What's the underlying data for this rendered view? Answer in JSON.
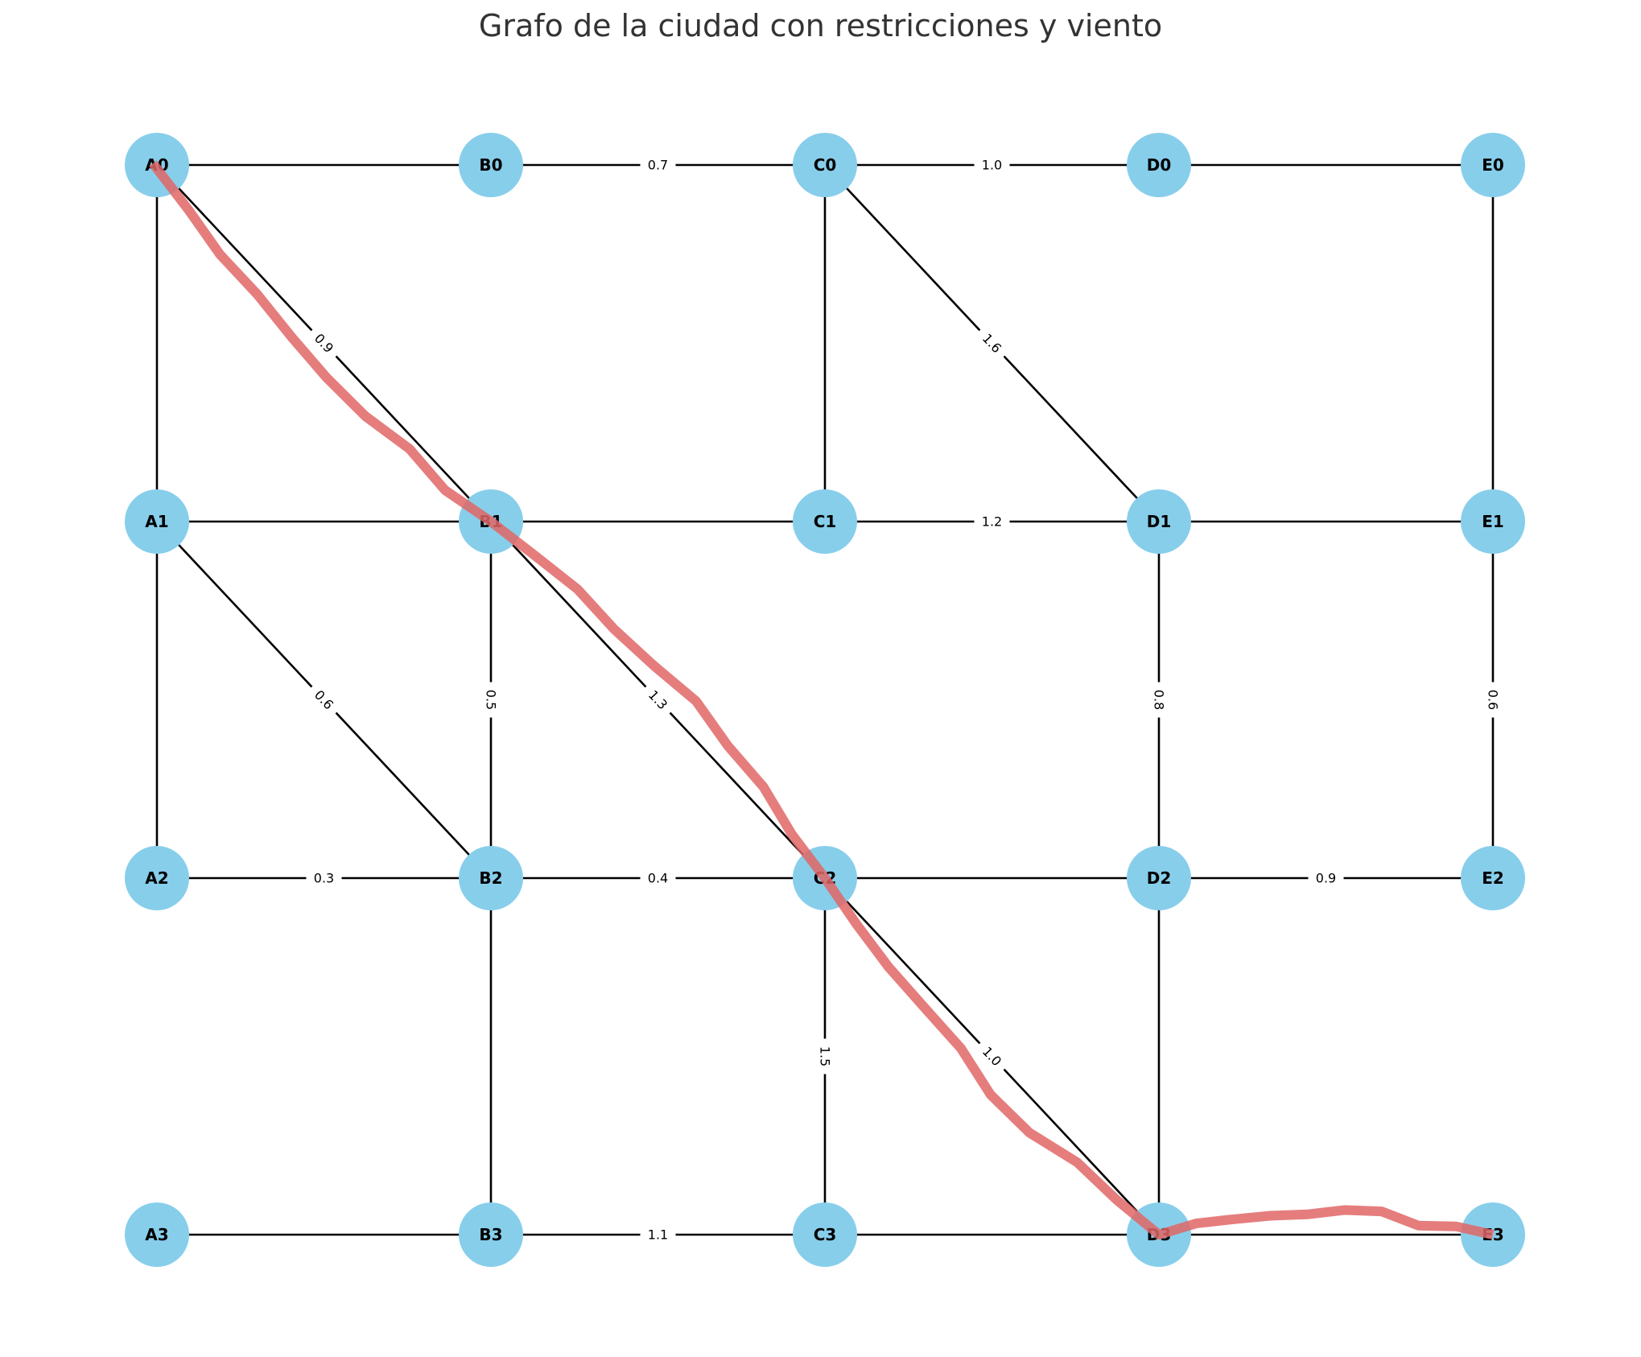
{
  "title": "Grafo de la ciudad con restricciones y viento",
  "colors": {
    "node": "#87ceeb",
    "edge": "#000000",
    "route": "#e06666",
    "title": "#333333"
  },
  "nodes": [
    {
      "id": "A0",
      "col": 0,
      "row": 0
    },
    {
      "id": "B0",
      "col": 1,
      "row": 0
    },
    {
      "id": "C0",
      "col": 2,
      "row": 0
    },
    {
      "id": "D0",
      "col": 3,
      "row": 0
    },
    {
      "id": "E0",
      "col": 4,
      "row": 0
    },
    {
      "id": "A1",
      "col": 0,
      "row": 1
    },
    {
      "id": "B1",
      "col": 1,
      "row": 1
    },
    {
      "id": "C1",
      "col": 2,
      "row": 1
    },
    {
      "id": "D1",
      "col": 3,
      "row": 1
    },
    {
      "id": "E1",
      "col": 4,
      "row": 1
    },
    {
      "id": "A2",
      "col": 0,
      "row": 2
    },
    {
      "id": "B2",
      "col": 1,
      "row": 2
    },
    {
      "id": "C2",
      "col": 2,
      "row": 2
    },
    {
      "id": "D2",
      "col": 3,
      "row": 2
    },
    {
      "id": "E2",
      "col": 4,
      "row": 2
    },
    {
      "id": "A3",
      "col": 0,
      "row": 3
    },
    {
      "id": "B3",
      "col": 1,
      "row": 3
    },
    {
      "id": "C3",
      "col": 2,
      "row": 3
    },
    {
      "id": "D3",
      "col": 3,
      "row": 3
    },
    {
      "id": "E3",
      "col": 4,
      "row": 3
    }
  ],
  "edges": [
    {
      "from": "A0",
      "to": "B0",
      "label": ""
    },
    {
      "from": "B0",
      "to": "C0",
      "label": "0.7"
    },
    {
      "from": "C0",
      "to": "D0",
      "label": "1.0"
    },
    {
      "from": "D0",
      "to": "E0",
      "label": ""
    },
    {
      "from": "A0",
      "to": "A1",
      "label": ""
    },
    {
      "from": "C0",
      "to": "C1",
      "label": ""
    },
    {
      "from": "E0",
      "to": "E1",
      "label": ""
    },
    {
      "from": "A0",
      "to": "B1",
      "label": "0.9"
    },
    {
      "from": "C0",
      "to": "D1",
      "label": "1.6"
    },
    {
      "from": "A1",
      "to": "B1",
      "label": ""
    },
    {
      "from": "B1",
      "to": "C1",
      "label": ""
    },
    {
      "from": "C1",
      "to": "D1",
      "label": "1.2"
    },
    {
      "from": "D1",
      "to": "E1",
      "label": ""
    },
    {
      "from": "A1",
      "to": "A2",
      "label": ""
    },
    {
      "from": "A1",
      "to": "B2",
      "label": "0.6"
    },
    {
      "from": "B1",
      "to": "B2",
      "label": "0.5"
    },
    {
      "from": "B1",
      "to": "C2",
      "label": "1.3"
    },
    {
      "from": "D1",
      "to": "D2",
      "label": "0.8"
    },
    {
      "from": "E1",
      "to": "E2",
      "label": "0.6"
    },
    {
      "from": "A2",
      "to": "B2",
      "label": "0.3"
    },
    {
      "from": "B2",
      "to": "C2",
      "label": "0.4"
    },
    {
      "from": "C2",
      "to": "D2",
      "label": ""
    },
    {
      "from": "D2",
      "to": "E2",
      "label": "0.9"
    },
    {
      "from": "B2",
      "to": "B3",
      "label": ""
    },
    {
      "from": "C2",
      "to": "C3",
      "label": "1.5"
    },
    {
      "from": "C2",
      "to": "D3",
      "label": "1.0"
    },
    {
      "from": "D2",
      "to": "D3",
      "label": ""
    },
    {
      "from": "A3",
      "to": "B3",
      "label": ""
    },
    {
      "from": "B3",
      "to": "C3",
      "label": "1.1"
    },
    {
      "from": "C3",
      "to": "D3",
      "label": ""
    },
    {
      "from": "D3",
      "to": "E3",
      "label": ""
    }
  ],
  "route": [
    "A0",
    "B1",
    "C2",
    "D3",
    "E3"
  ]
}
